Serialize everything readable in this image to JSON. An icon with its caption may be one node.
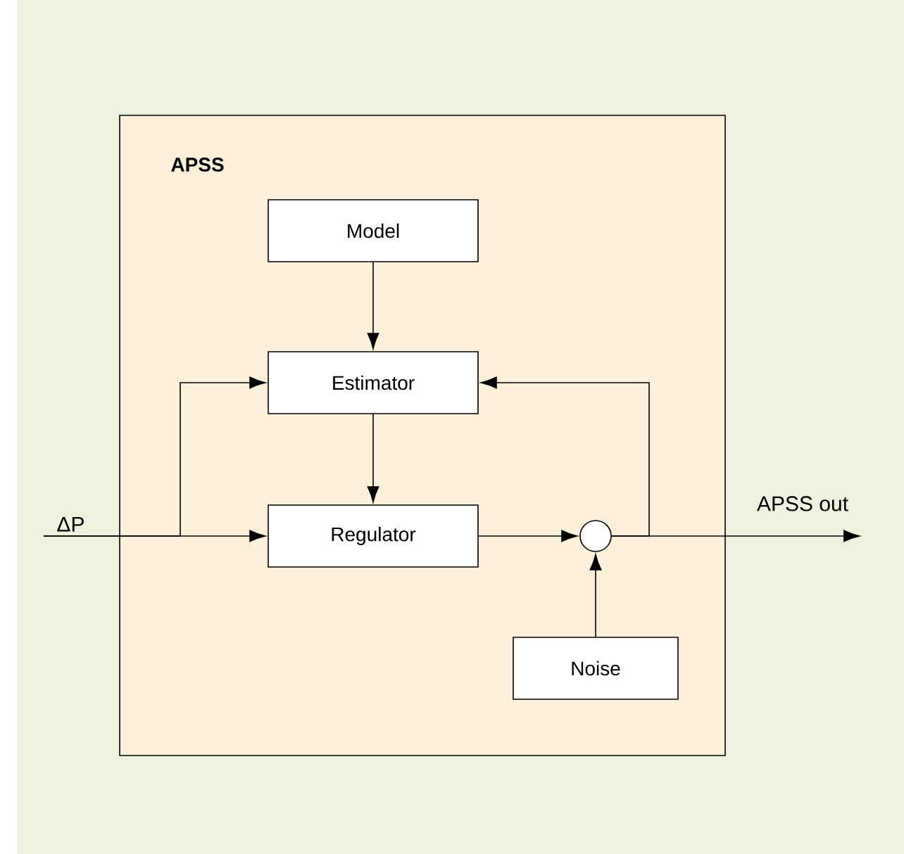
{
  "diagram": {
    "nodes": [
      {
        "text": [
          "APSS"
        ]
      },
      {
        "text": [
          "Model"
        ],
        "in": 0
      },
      {
        "text": [
          "Estimator"
        ],
        "in": 0
      },
      {
        "text": [
          "Regulator"
        ],
        "in": 0
      },
      {
        "text": [],
        "shape": "circle",
        "in": 0
      },
      {
        "text": [
          "Noise"
        ],
        "in": 0
      },
      {
        "text": [
          "ΔP"
        ]
      }
    ],
    "edges": [
      {
        "from": 1,
        "to": 2,
        "arrow": "to"
      },
      {
        "from": 2,
        "to": 3,
        "arrow": "to"
      },
      {
        "from": 6,
        "to": 3,
        "arrow": "to"
      },
      {
        "from": 6,
        "to": 2,
        "arrow": "to"
      },
      {
        "from": 3,
        "to": 4,
        "arrow": "to"
      },
      {
        "from": 5,
        "to": 4,
        "arrow": "to"
      },
      {
        "from": 4,
        "to": 2,
        "arrow": "to"
      },
      {
        "from": 4,
        "to": null,
        "arrow": "to",
        "label": "APSS out"
      }
    ]
  }
}
